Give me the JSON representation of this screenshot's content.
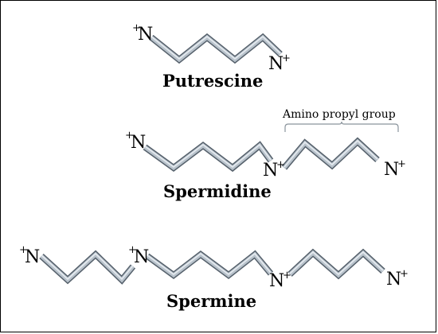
{
  "molecules": [
    {
      "name": "Putrescine"
    },
    {
      "name": "Spermidine"
    },
    {
      "name": "Spermine"
    }
  ],
  "atoms": {
    "nitrogen": "N",
    "charge": "+"
  },
  "annotation": {
    "brace_label": "Amino propyl group"
  },
  "colors": {
    "bond_fill": "#b9c3cc",
    "bond_outline": "#55606b",
    "text": "#000000"
  }
}
